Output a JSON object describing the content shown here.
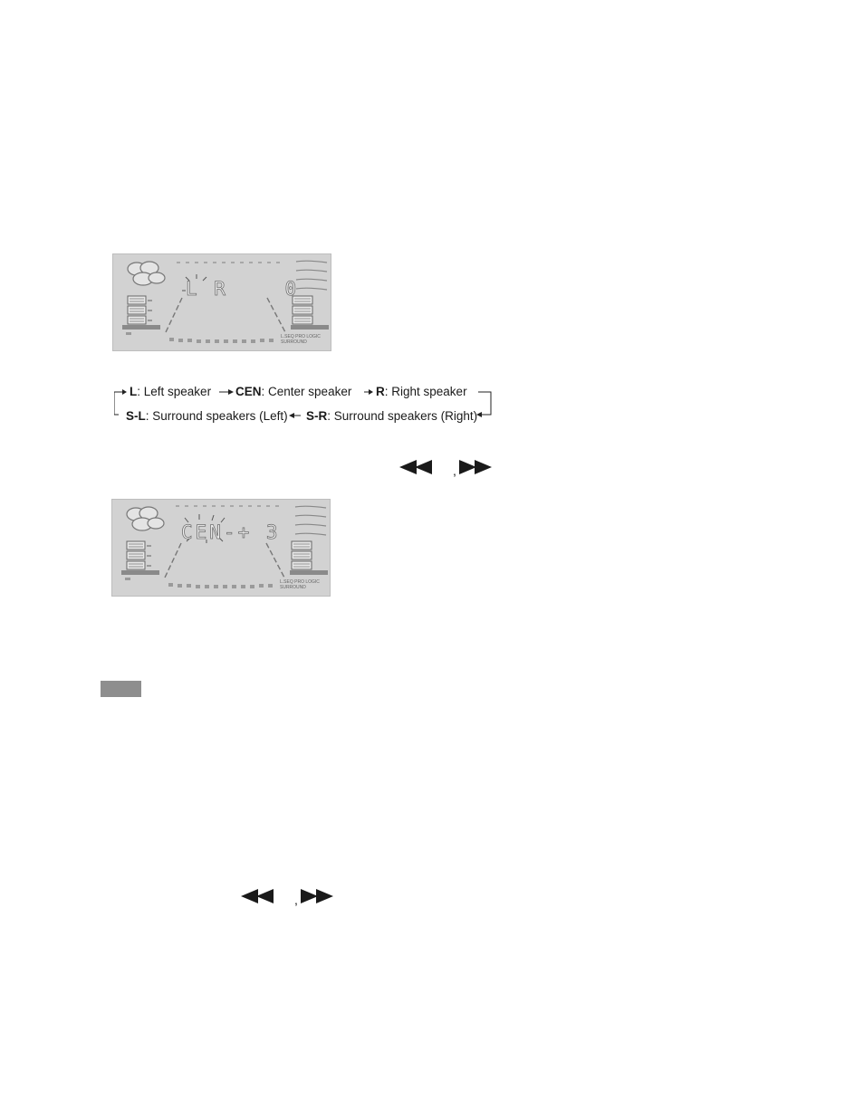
{
  "display_1": {
    "main_text": "L R    0",
    "highlighted_char": "L",
    "status_labels": [
      "L.SEQ",
      "PRO LOGIC",
      "SURROUND"
    ]
  },
  "speaker_sequence": {
    "items": [
      {
        "code": "L",
        "desc": "Left speaker"
      },
      {
        "code": "CEN",
        "desc": "Center speaker"
      },
      {
        "code": "R",
        "desc": "Right speaker"
      },
      {
        "code": "S-L",
        "desc": "Surround speakers (Left)"
      },
      {
        "code": "S-R",
        "desc": "Surround speakers (Right)"
      }
    ],
    "separator": ": "
  },
  "buttons_1": {
    "rewind_icon": "rewind-icon",
    "comma": ",",
    "forward_icon": "fast-forward-icon"
  },
  "display_2": {
    "main_text": "CEN-+ 3",
    "highlighted_word": "CEN",
    "status_labels": [
      "L.SEQ",
      "PRO LOGIC",
      "SURROUND"
    ]
  },
  "note_tab": {
    "icon": "note-tab-bar"
  },
  "buttons_2": {
    "rewind_icon": "rewind-icon",
    "comma": ",",
    "forward_icon": "fast-forward-icon"
  }
}
